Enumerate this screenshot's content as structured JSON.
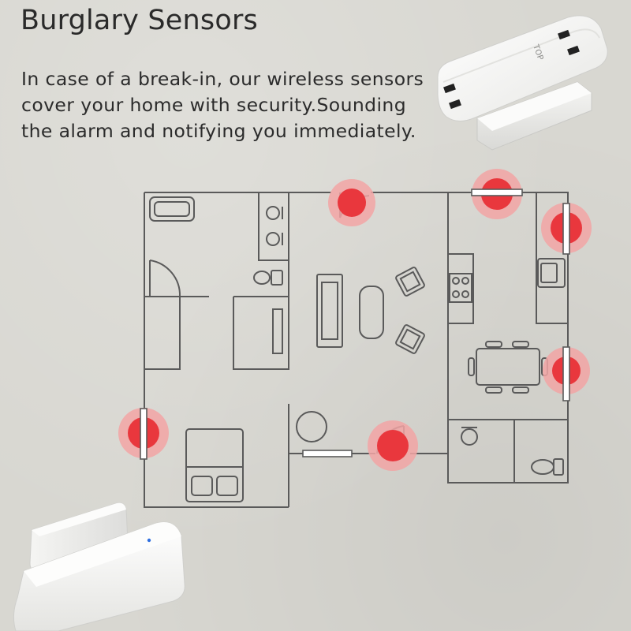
{
  "headline": "Burglary Sensors",
  "tagline": "In case of a break-in, our wireless sensors cover your home with security.Sounding the alarm and notifying you immediately.",
  "device_label": "TOP",
  "colors": {
    "background": "#d8d7d1",
    "text": "#2b2b2b",
    "wall": "#5a5a5a",
    "alert_red": "#e9373d",
    "alert_glow": "#f2a4a4",
    "device_white": "#f6f6f4",
    "led_blue": "#2f6fe0"
  },
  "icons": {
    "sensor_markers": "red-alert-circle",
    "devices": "door-window-sensor"
  }
}
